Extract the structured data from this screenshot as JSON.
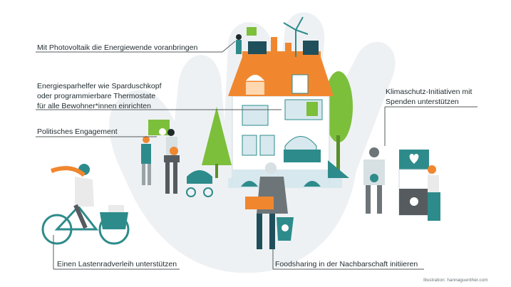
{
  "labels": {
    "photovoltaik": "Mit Photovoltaik die Energiewende voranbringen",
    "energiesparhelfer": [
      "Energiesparhelfer wie Sparduschkopf",
      "oder programmierbare Thermostate",
      "für alle Bewohner*innen einrichten"
    ],
    "politisches": "Politisches Engagement",
    "klimaschutz": [
      "Klimaschutz-Initiativen mit",
      "Spenden unterstützen"
    ],
    "lastenrad": "Einen Lastenradverleih unterstützen",
    "foodsharing": "Foodsharing in der Nachbarschaft initiieren"
  },
  "credit": "Illustration: hannaguenther.com",
  "colors": {
    "hand": "#eef1f3",
    "orange": "#f0872f",
    "teal": "#2e8b8b",
    "green": "#7cbf3b",
    "line": "#555b5e",
    "navy": "#1f4f5b"
  },
  "icons": [
    "leaf-icon",
    "heart-icon",
    "wind-turbine-icon"
  ]
}
